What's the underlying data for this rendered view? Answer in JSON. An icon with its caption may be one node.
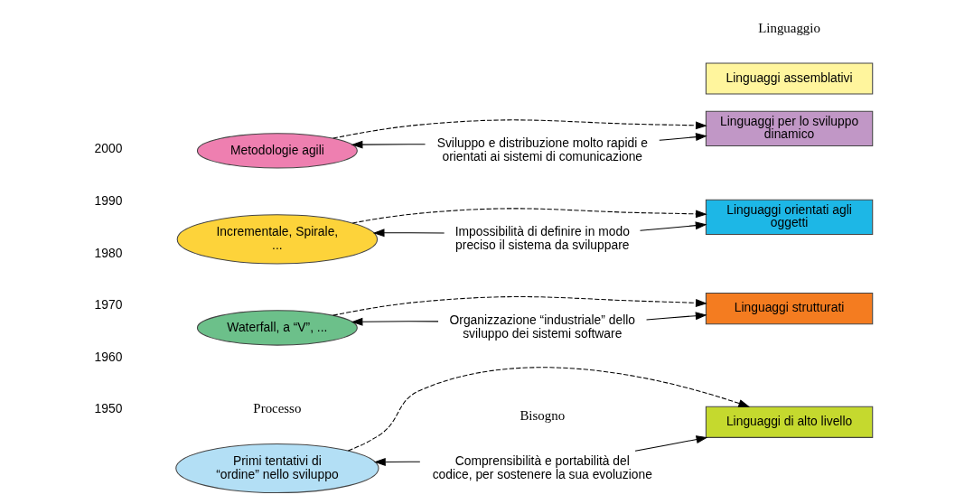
{
  "diagram": {
    "nodes": [
      {
        "text": [
          "Primi tentativi di “ordine” nello sviluppo"
        ]
      },
      {
        "text": [
          "Waterfall, a “V”, ..."
        ]
      },
      {
        "text": [
          "Incrementale, Spirale, ..."
        ]
      },
      {
        "text": [
          "Metodologie agili"
        ]
      },
      {
        "text": [
          "Linguaggi assemblativi"
        ]
      },
      {
        "text": [
          "Linguaggi di alto livello"
        ]
      },
      {
        "text": [
          "Linguaggi strutturati"
        ]
      },
      {
        "text": [
          "Linguaggi orientati agli oggetti"
        ]
      },
      {
        "text": [
          "Linguaggi per lo sviluppo dinamico"
        ]
      },
      {
        "text": [
          "Comprensibilità e portabilità del codice, per sostenere la sua evoluzione"
        ]
      },
      {
        "text": [
          "Organizzazione “industriale” dello sviluppo dei sistemi software"
        ]
      },
      {
        "text": [
          "Impossibilità di definire in modo preciso il sistema da sviluppare"
        ]
      },
      {
        "text": [
          "Sviluppo e distribuzione molto rapidi e orientati ai sistemi di comunicazione"
        ]
      }
    ],
    "edges": [
      {
        "from": 9,
        "to": 0,
        "arrow": "to"
      },
      {
        "from": 9,
        "to": 5,
        "arrow": "to"
      },
      {
        "from": 0,
        "to": 5,
        "arrow": "to",
        "style": "dashed"
      },
      {
        "from": 10,
        "to": 1,
        "arrow": "to"
      },
      {
        "from": 10,
        "to": 6,
        "arrow": "to"
      },
      {
        "from": 1,
        "to": 6,
        "arrow": "to",
        "style": "dashed"
      },
      {
        "from": 11,
        "to": 2,
        "arrow": "to"
      },
      {
        "from": 11,
        "to": 7,
        "arrow": "to"
      },
      {
        "from": 2,
        "to": 7,
        "arrow": "to",
        "style": "dashed"
      },
      {
        "from": 12,
        "to": 3,
        "arrow": "to"
      },
      {
        "from": 12,
        "to": 8,
        "arrow": "to"
      },
      {
        "from": 3,
        "to": 8,
        "arrow": "to",
        "style": "dashed"
      }
    ],
    "labels": [
      "Processo",
      "Bisogno",
      "Linguaggio",
      "1950",
      "1960",
      "1970",
      "1980",
      "1990",
      "2000"
    ]
  }
}
